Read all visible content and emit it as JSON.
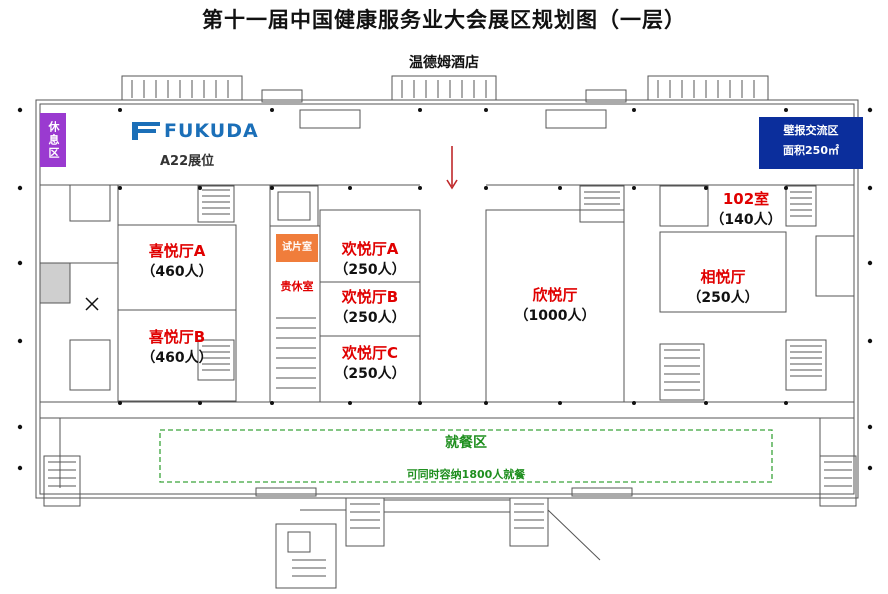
{
  "title": "第十一届中国健康服务业大会展区规划图（一层）",
  "hotel": "温德姆酒店",
  "rest_area": "休息区",
  "exhibitor": {
    "logo_text": "FUKUDA",
    "booth": "A22展位"
  },
  "wall_area": {
    "line1": "壁报交流区",
    "line2": "面积250㎡"
  },
  "try_room": "试片室",
  "vip_room": "贵休室",
  "halls": [
    {
      "name": "喜悦厅A",
      "capacity": "（460人）"
    },
    {
      "name": "喜悦厅B",
      "capacity": "（460人）"
    },
    {
      "name": "欢悦厅A",
      "capacity": "（250人）"
    },
    {
      "name": "欢悦厅B",
      "capacity": "（250人）"
    },
    {
      "name": "欢悦厅C",
      "capacity": "（250人）"
    },
    {
      "name": "欣悦厅",
      "capacity": "（1000人）"
    },
    {
      "name": "相悦厅",
      "capacity": "（250人）"
    },
    {
      "name": "102室",
      "capacity": "（140人）"
    }
  ],
  "dining": {
    "name": "就餐区",
    "note": "可同时容纳1800人就餐"
  },
  "colors": {
    "hall_label": "#e00000",
    "rest_area": "#9a3ad0",
    "wall_area": "#0b2e9c",
    "try_room": "#f07d3b",
    "dining": "#1f8f1f",
    "logo": "#1b6fb8"
  }
}
